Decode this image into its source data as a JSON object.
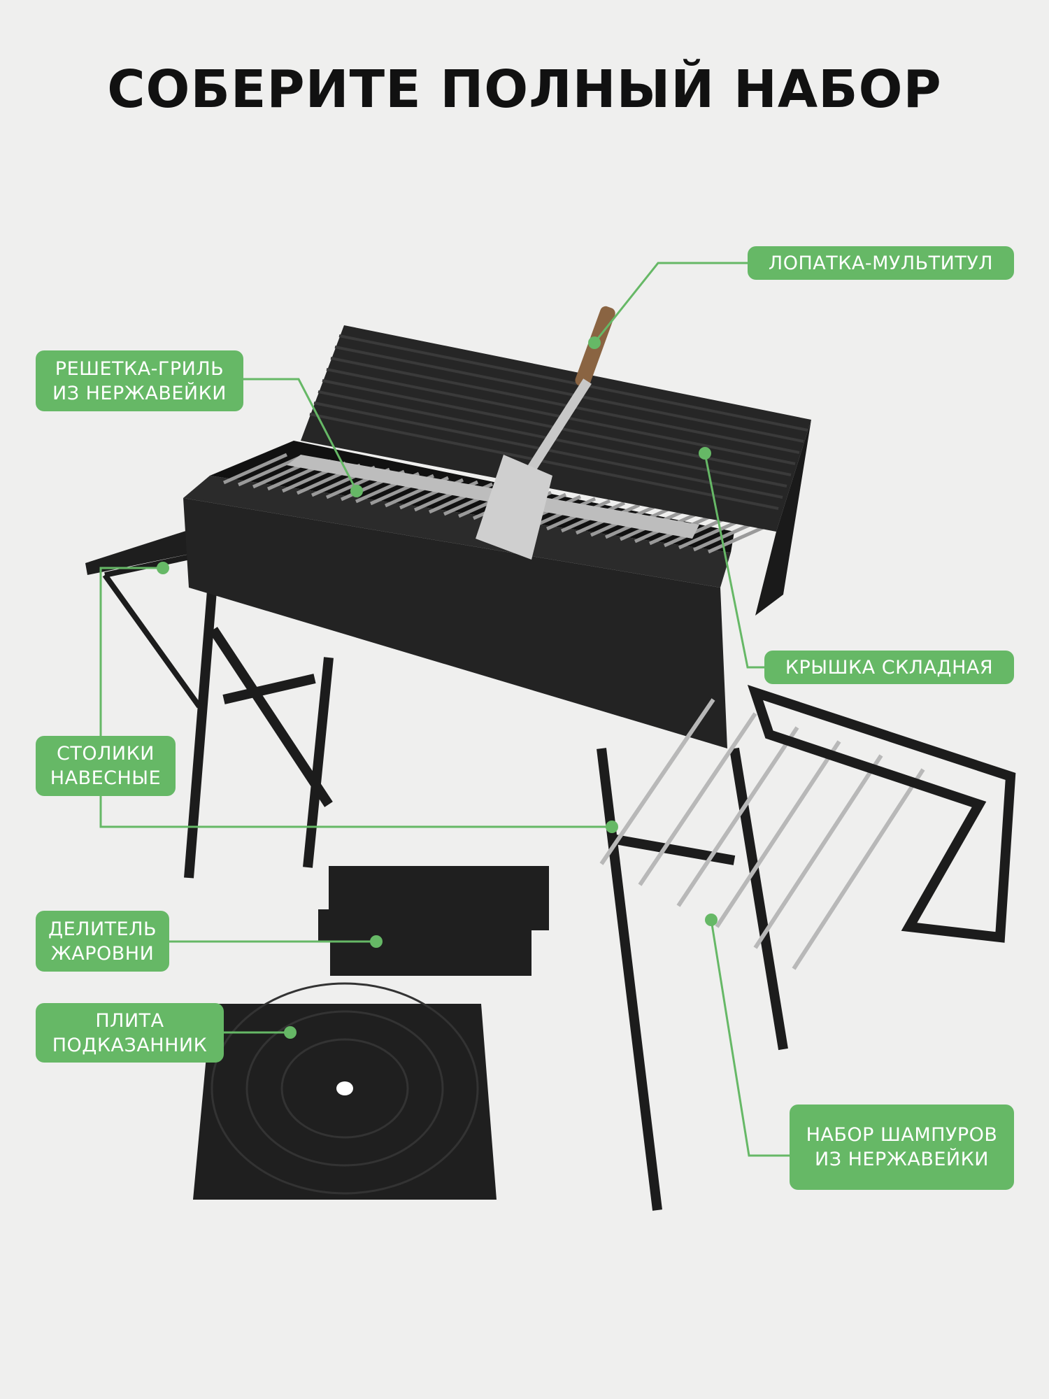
{
  "title": "СОБЕРИТЕ ПОЛНЫЙ НАБОР",
  "labels": {
    "spatula": "ЛОПАТКА-МУЛЬТИТУЛ",
    "grate": "РЕШЕТКА-ГРИЛЬ ИЗ НЕРЖАВЕЙКИ",
    "lid": "КРЫШКА СКЛАДНАЯ",
    "tables": "СТОЛИКИ НАВЕСНЫЕ",
    "divider": "ДЕЛИТЕЛЬ ЖАРОВНИ",
    "plate": "ПЛИТА ПОДКАЗАННИК",
    "skewers": "НАБОР ШАМПУРОВ ИЗ НЕРЖАВЕЙКИ"
  },
  "colors": {
    "accent": "#66b866",
    "background": "#efefee",
    "metal": "#1c1c1c"
  }
}
